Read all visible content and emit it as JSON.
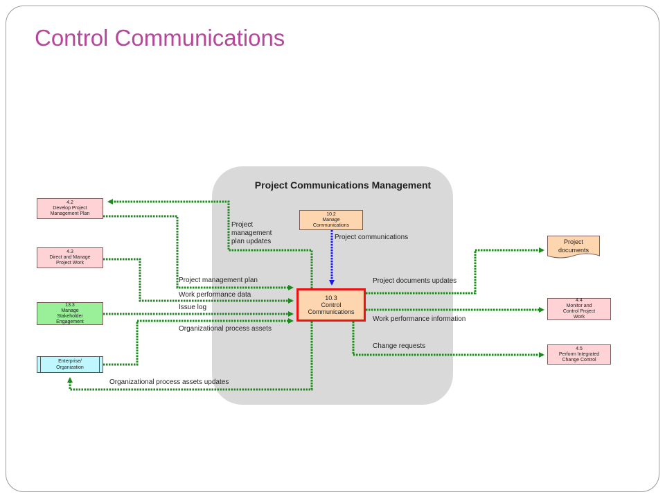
{
  "slide": {
    "title": "Control Communications"
  },
  "group": {
    "title": "Project Communications Management"
  },
  "processes": {
    "develop_pm_plan": {
      "number": "4.2",
      "lines": [
        "Develop Project",
        "Management Plan"
      ]
    },
    "direct_manage": {
      "number": "4.3",
      "lines": [
        "Direct and Manage",
        "Project Work"
      ]
    },
    "manage_stakeholder": {
      "number": "13.3",
      "lines": [
        "Manage",
        "Stakeholder",
        "Engagement"
      ]
    },
    "enterprise": {
      "lines": [
        "Enterprise/",
        "Organization"
      ]
    },
    "manage_comms": {
      "number": "10.2",
      "lines": [
        "Manage",
        "Communications"
      ]
    },
    "control_comms": {
      "number": "10.3",
      "lines": [
        "Control",
        "Communications"
      ]
    },
    "project_documents": {
      "lines": [
        "Project",
        "documents"
      ]
    },
    "monitor_control": {
      "number": "4.4",
      "lines": [
        "Monitor and",
        "Control Project",
        "Work"
      ]
    },
    "integrated_change": {
      "number": "4.5",
      "lines": [
        "Perform Integrated",
        "Change Control"
      ]
    }
  },
  "flows": {
    "pm_plan_updates": "Project management plan updates",
    "project_communications": "Project communications",
    "pm_plan": "Project management plan",
    "work_performance_data": "Work performance data",
    "issue_log": "Issue log",
    "opa": "Organizational process assets",
    "opa_updates": "Organizational process assets updates",
    "project_documents_updates": "Project documents updates",
    "work_performance_information": "Work performance information",
    "change_requests": "Change requests"
  },
  "colors": {
    "title": "#b5479a",
    "flow": "#1c8a1c",
    "comm_flow": "#1a1aee",
    "highlight": "#ee1111"
  }
}
